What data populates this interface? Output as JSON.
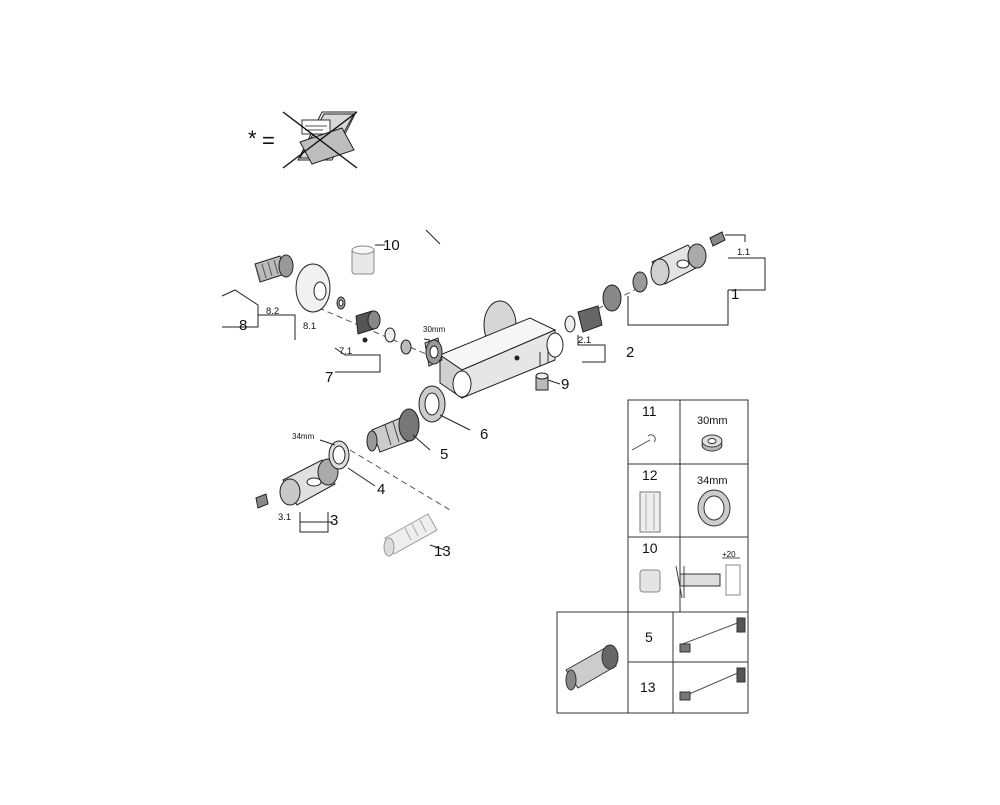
{
  "legend": {
    "star": "*",
    "equals": "="
  },
  "labels": {
    "l1": "1",
    "l1_1": "1.1",
    "l2": "2",
    "l2_1": "2.1",
    "l3": "3",
    "l3_1": "3.1",
    "l4": "4",
    "l5": "5",
    "l6": "6",
    "l7": "7",
    "l7_1": "7.1",
    "l8": "8",
    "l8_1": "8.1",
    "l8_2": "8.2",
    "l9": "9",
    "l10": "10",
    "l13": "13",
    "mm30": "30mm",
    "mm34": "34mm"
  },
  "table": {
    "r11_num": "11",
    "r11_size": "30mm",
    "r12_num": "12",
    "r12_size": "34mm",
    "r10_num": "10",
    "r10_plus": "+20",
    "r5_num": "5",
    "r13_num": "13"
  }
}
